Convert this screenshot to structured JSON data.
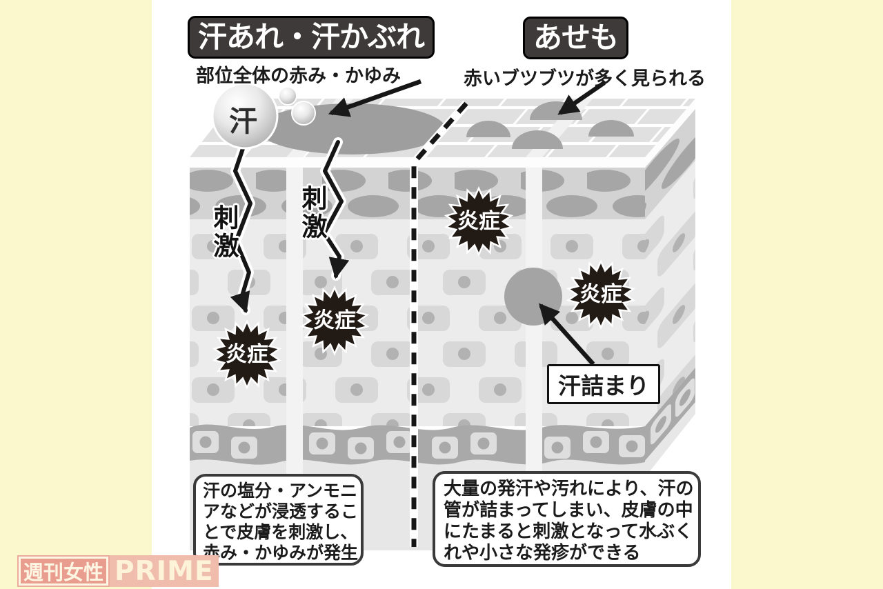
{
  "colors": {
    "page_bg": "#faf8cc",
    "panel_bg": "#ffffff",
    "title_box_bg": "#3e3a39",
    "inflammation_bg": "#221a14",
    "watermark_pink": "#edab9d"
  },
  "left_condition": {
    "title": "汗あれ・汗かぶれ",
    "subtitle": "部位全体の赤み・かゆみ",
    "sweat_label": "汗",
    "stimulus_label": "刺激",
    "inflammation_label": "炎症",
    "description_lines": [
      "汗の塩分・アンモニ",
      "アなどが浸透するこ",
      "とで皮膚を刺激し、",
      "赤み・かゆみが発生"
    ]
  },
  "right_condition": {
    "title": "あせも",
    "subtitle": "赤いブツブツが多く見られる",
    "blockage_label": "汗詰まり",
    "inflammation_label": "炎症",
    "description_lines": [
      "大量の発汗や汚れにより、汗の",
      "管が詰まってしまい、皮膚の中",
      "にたまると刺激となって水ぶく",
      "れや小さな発疹ができる"
    ]
  },
  "watermark": {
    "magazine_name": "週刊女性",
    "brand": "PRIME"
  }
}
